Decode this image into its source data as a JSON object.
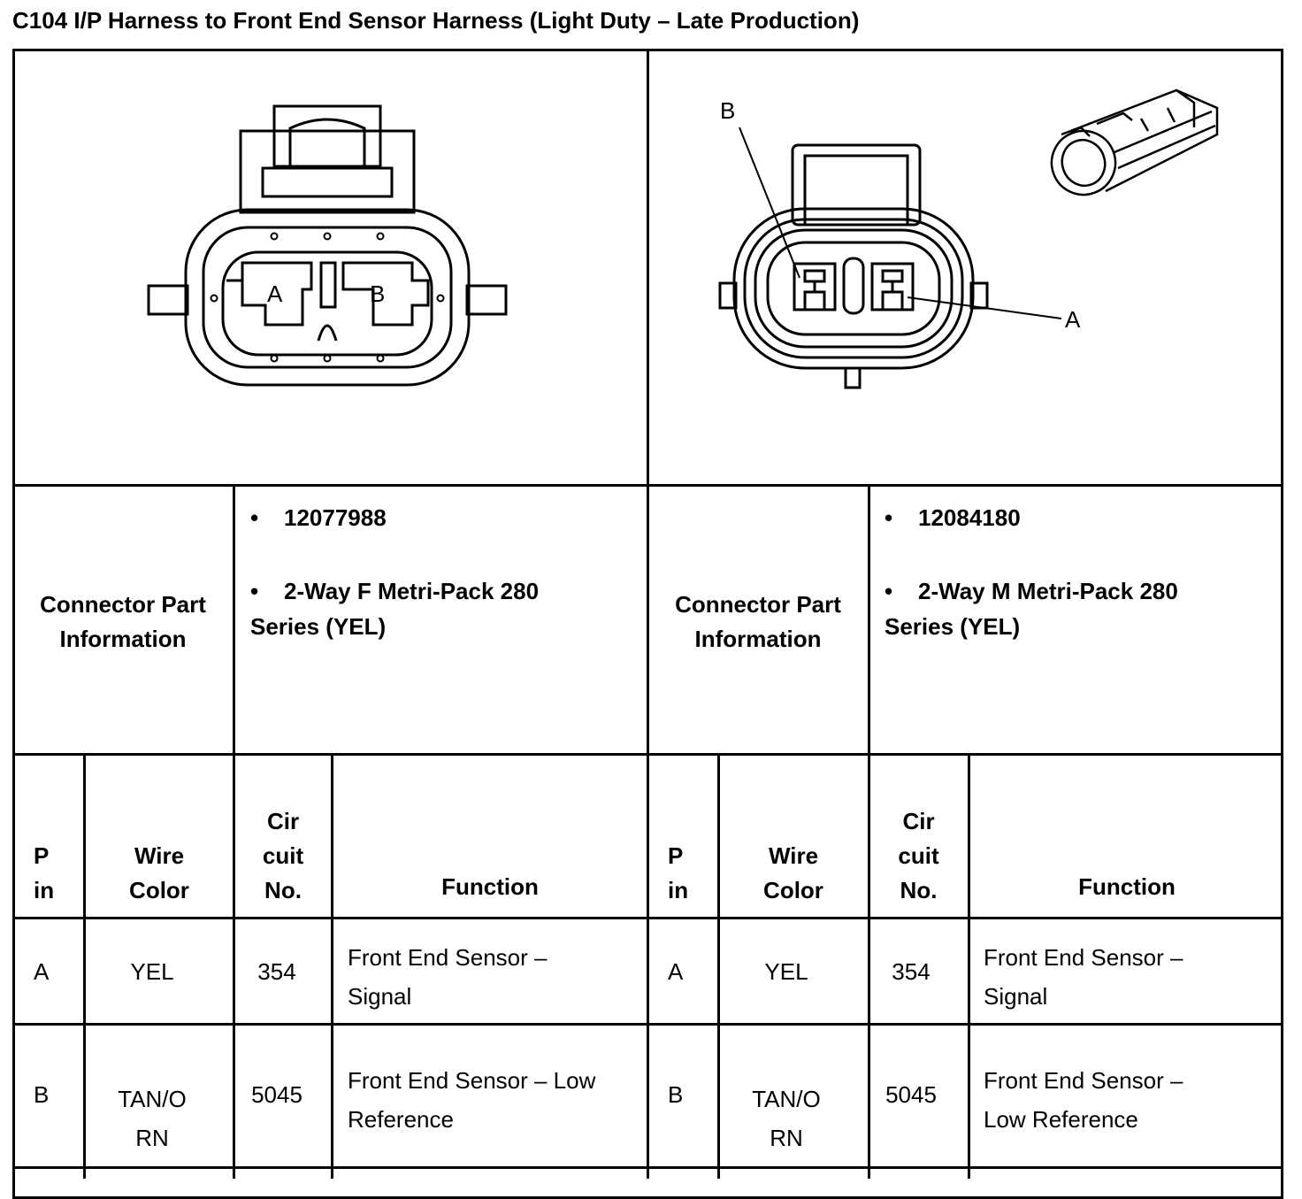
{
  "document": {
    "title": "C104 I/P Harness to Front End Sensor Harness (Light Duty – Late Production)"
  },
  "connectors": [
    {
      "pin_labels": [
        "A",
        "B"
      ],
      "part_info_label": [
        "Connector Part",
        "Information"
      ],
      "part_number": "12077988",
      "description_line1": "2-Way F Metri-Pack 280",
      "description_line2": "Series (YEL)"
    },
    {
      "pin_labels": [
        "B",
        "A"
      ],
      "part_info_label": [
        "Connector Part",
        "Information"
      ],
      "part_number": "12084180",
      "description_line1": "2-Way M Metri-Pack 280",
      "description_line2": "Series (YEL)"
    }
  ],
  "table_header": {
    "pin": [
      "P",
      "in"
    ],
    "wire_color": [
      "Wire",
      "Color"
    ],
    "circuit": [
      "Cir",
      "cuit",
      "No."
    ],
    "function": "Function"
  },
  "rows_left": [
    {
      "pin": "A",
      "color": [
        "YEL"
      ],
      "circuit": "354",
      "function": [
        "Front End Sensor –",
        "Signal"
      ]
    },
    {
      "pin": "B",
      "color": [
        "TAN/O",
        "RN"
      ],
      "circuit": "5045",
      "function": [
        "Front End Sensor – Low",
        "Reference"
      ]
    }
  ],
  "rows_right": [
    {
      "pin": "A",
      "color": [
        "YEL"
      ],
      "circuit": "354",
      "function": [
        "Front End Sensor –",
        "Signal"
      ]
    },
    {
      "pin": "B",
      "color": [
        "TAN/O",
        "RN"
      ],
      "circuit": "5045",
      "function": [
        "Front End Sensor –",
        "Low Reference"
      ]
    }
  ]
}
